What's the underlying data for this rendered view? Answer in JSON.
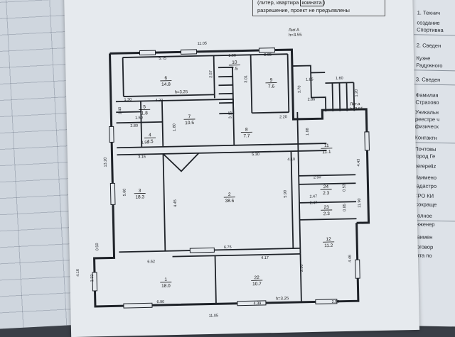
{
  "header": {
    "line1_pre": "(литер, квартира ",
    "line1_link": "комната",
    "line1_post": ")",
    "line2": "разрешение, проект не предъявлены"
  },
  "right_panel": [
    "1. Технич",
    "создание",
    "Спортивна",
    "2. Сведен",
    "Кузне",
    "Радужного",
    "3. Сведен",
    "Фамилия",
    "Страхово",
    "Уникальн",
    "реестре ч",
    "физическ",
    "Контактн",
    "Почтовы",
    "город Ге",
    "perepeliz",
    "Наимено",
    "кадастро",
    "СРО КИ",
    "(сокраще",
    "Полное",
    "инженер",
    "Наимен",
    "Договор",
    "Дата по"
  ],
  "plan": {
    "lit_a": "Лит.А",
    "h_main": "h=3.55",
    "lit_a1": "Лит.а",
    "h_a1": "h=3.55",
    "h_room5": "h=3.25",
    "h_room22": "h=3.25",
    "rooms": [
      {
        "num": "6",
        "area": "14.8"
      },
      {
        "num": "10",
        "area": "7.5"
      },
      {
        "num": "9",
        "area": "7.6"
      },
      {
        "num": "5",
        "area": "1.8"
      },
      {
        "num": "7",
        "area": "10.5"
      },
      {
        "num": "8",
        "area": "7.7"
      },
      {
        "num": "4",
        "area": "4.5"
      },
      {
        "num": "11",
        "area": "11.1"
      },
      {
        "num": "3",
        "area": "18.3"
      },
      {
        "num": "2",
        "area": "38.6"
      },
      {
        "num": "24",
        "area": "2.3"
      },
      {
        "num": "23",
        "area": "2.3"
      },
      {
        "num": "12",
        "area": "11.2"
      },
      {
        "num": "1",
        "area": "18.0"
      },
      {
        "num": "22",
        "area": "10.7"
      }
    ],
    "dims": [
      "11.05",
      "5.75",
      "1.90",
      "2.05",
      "2.57",
      "3.01",
      "3.70",
      "1.30",
      "4.20",
      "1.40",
      "1.50",
      "1.80",
      "3.15",
      "2.80",
      "1.50",
      "2.20",
      "1.88",
      "1.85",
      "1.60",
      "1.20",
      "2.86",
      "13.20",
      "3.15",
      "5.30",
      "4.10",
      "4.43",
      "5.60",
      "4.45",
      "5.90",
      "2.50",
      "0.53",
      "11.90",
      "2.47",
      "0.85",
      "2.47",
      "6.62",
      "6.75",
      "4.17",
      "0.50",
      "3.33",
      "4.16",
      "2.50",
      "4.46",
      "6.90",
      "4.39",
      "2.50",
      "11.05"
    ]
  }
}
